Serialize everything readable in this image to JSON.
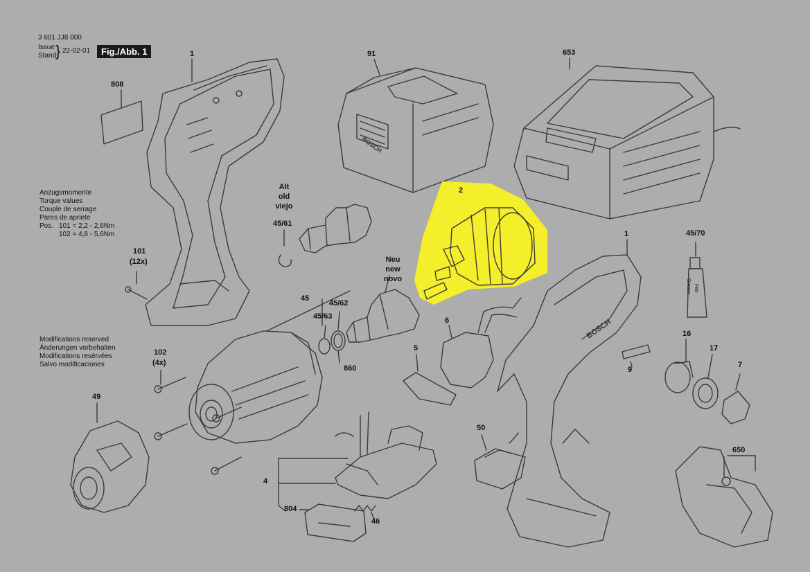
{
  "header": {
    "part_number": "3 601 JJ8 000",
    "issue_label": "Issue",
    "stand_label": "Stand",
    "date": "22-02-01",
    "figure_label": "Fig./Abb. 1"
  },
  "torque_note": {
    "lines": [
      "Anzugsmomente",
      "Torque values",
      "Couple de serrage",
      "Pares de apriete"
    ],
    "pos_label": "Pos.",
    "line_101": "101 = 2,2 - 2,6Nm",
    "line_102": "102 = 4,8 - 5,6Nm"
  },
  "modifications_note": {
    "lines": [
      "Modifications reserved",
      "Änderungen vorbehalten",
      "Modifications resérvées",
      "Salvo modificaciones"
    ]
  },
  "labels": {
    "alt_old": [
      "Alt",
      "old",
      "viejo"
    ],
    "neu_new": [
      "Neu",
      "new",
      "novo"
    ],
    "grease_tube": [
      "Grease",
      "Fett"
    ],
    "brand": "BOSCH"
  },
  "part_numbers": {
    "p808": "808",
    "p1_top": "1",
    "p91": "91",
    "p653": "653",
    "p2": "2",
    "p45_61": "45/61",
    "p101": "101",
    "p101_qty": "(12x)",
    "p45": "45",
    "p45_62": "45/62",
    "p45_63": "45/63",
    "p860": "860",
    "p6": "6",
    "p5": "5",
    "p1_right": "1",
    "p45_70": "45/70",
    "p16": "16",
    "p17": "17",
    "p7": "7",
    "p9": "9",
    "p102": "102",
    "p102_qty": "(4x)",
    "p49": "49",
    "p4": "4",
    "p50": "50",
    "p804": "804",
    "p46": "46",
    "p650": "650"
  },
  "colors": {
    "background": "#adadad",
    "line": "#3a3a3a",
    "highlight": "#f5ee2a"
  }
}
